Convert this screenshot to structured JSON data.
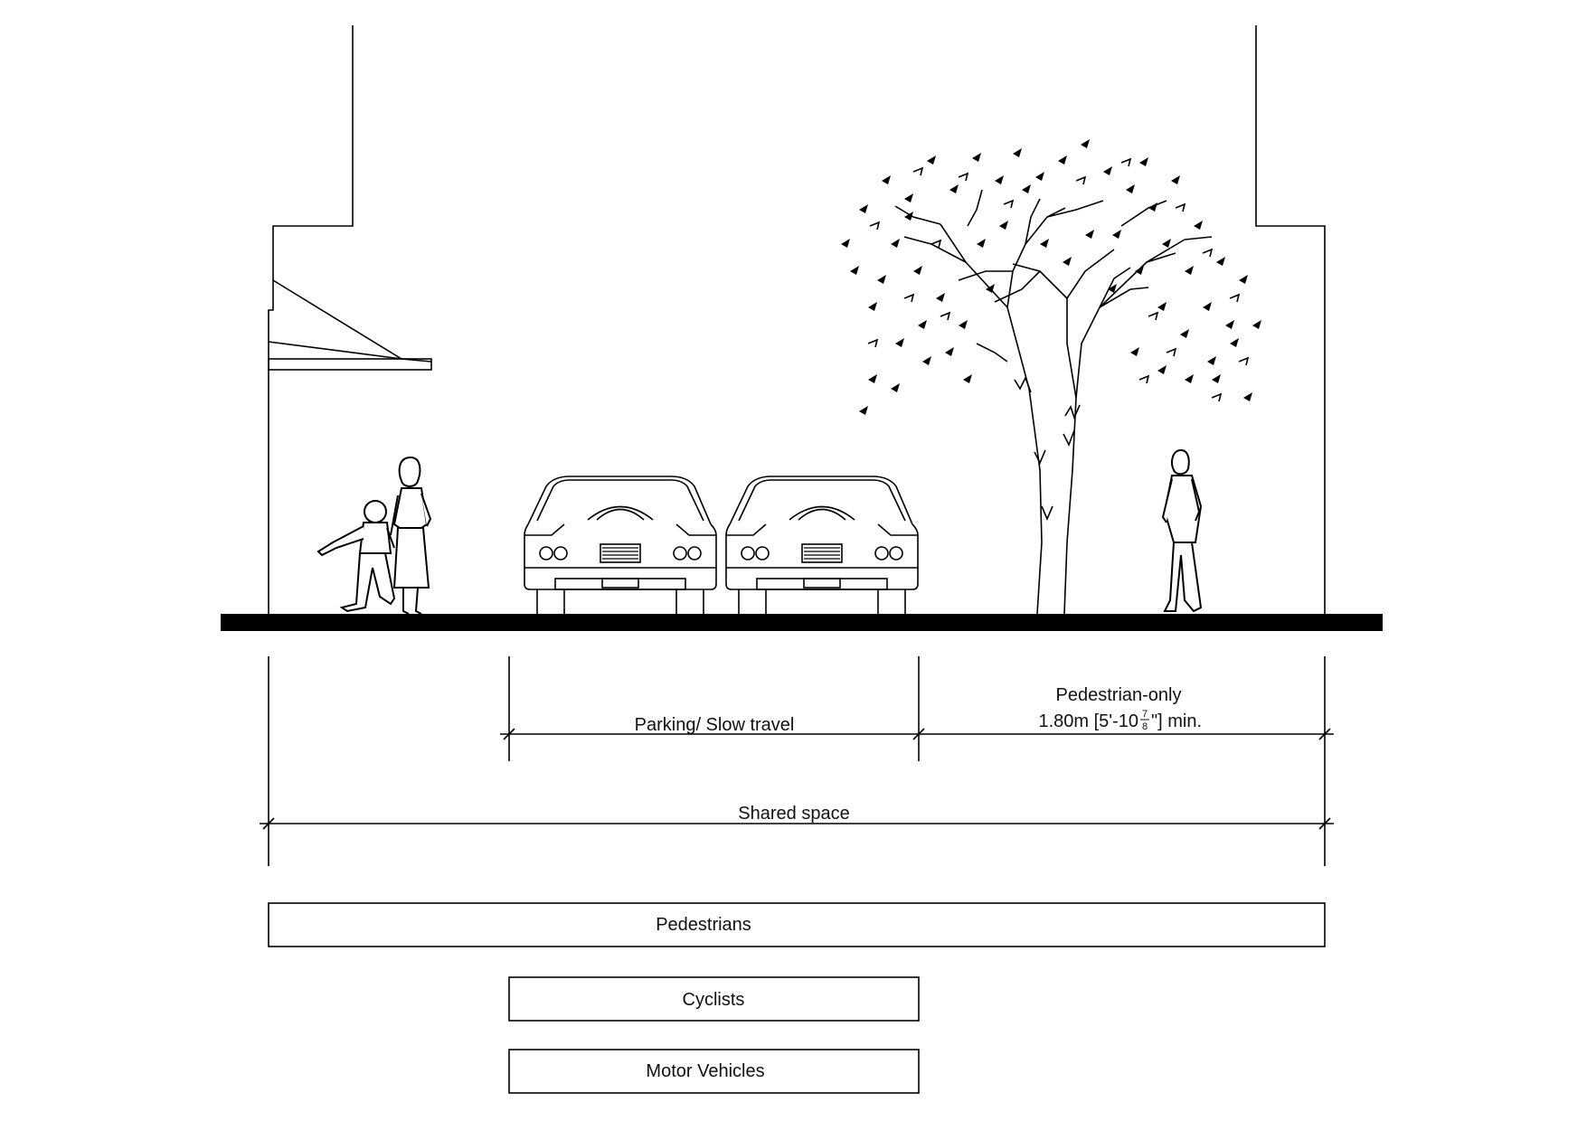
{
  "dimensions": {
    "parking": "Parking/ Slow travel",
    "pedestrian_only_title": "Pedestrian-only",
    "pedestrian_only_size": "1.80m [5'-10",
    "pedestrian_only_fraction_num": "7",
    "pedestrian_only_fraction_den": "8",
    "pedestrian_only_suffix": "\"] min.",
    "shared_space": "Shared space"
  },
  "users": {
    "pedestrians": "Pedestrians",
    "cyclists": "Cyclists",
    "motor_vehicles": "Motor Vehicles"
  }
}
